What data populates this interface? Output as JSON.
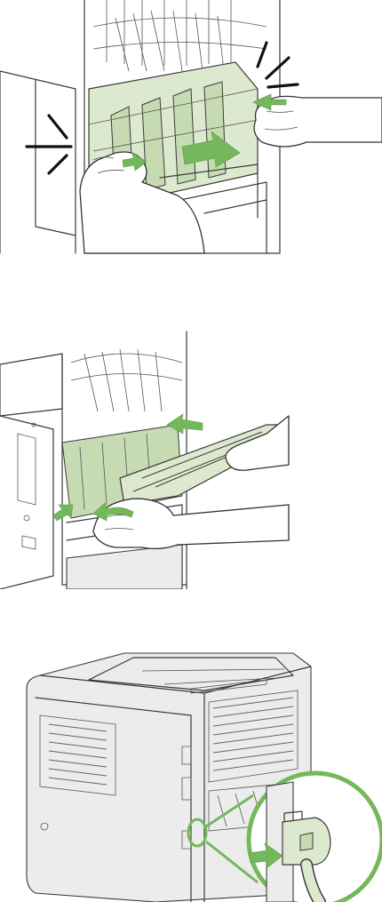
{
  "figures": [
    {
      "id": "fig1",
      "step": "press-duplex-unit-into-place",
      "icons": [
        "push-arrow-icon",
        "click-burst-icon"
      ]
    },
    {
      "id": "fig2",
      "step": "reattach-rear-output-door",
      "icons": [
        "push-arrow-icon"
      ]
    },
    {
      "id": "fig3",
      "step": "connect-power-cord",
      "icons": [
        "push-arrow-icon",
        "highlight-circle-icon"
      ]
    }
  ],
  "colors": {
    "accent_green": "#74b85c",
    "panel_green": "#dde9cf",
    "line": "#3a3a3a",
    "background": "#ffffff"
  }
}
